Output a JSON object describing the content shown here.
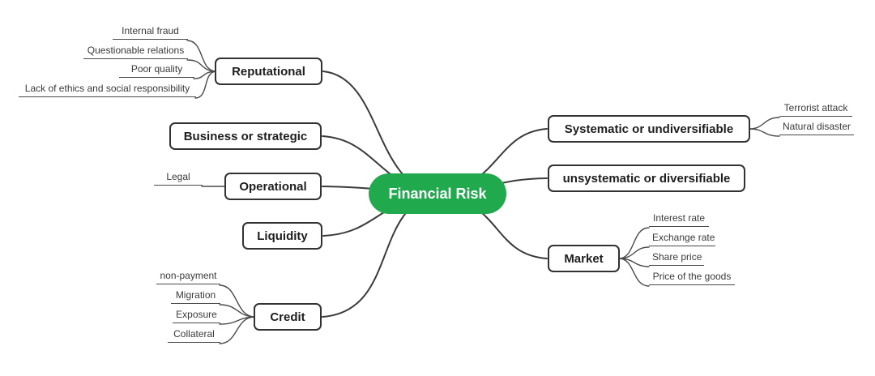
{
  "center": {
    "label": "Financial Risk",
    "color": "#21A94E"
  },
  "left_branches": [
    {
      "label": "Reputational",
      "leaves": [
        "Internal fraud",
        "Questionable relations",
        "Poor quality",
        "Lack of ethics and social responsibility"
      ]
    },
    {
      "label": "Business or strategic",
      "leaves": []
    },
    {
      "label": "Operational",
      "leaves": [
        "Legal"
      ]
    },
    {
      "label": "Liquidity",
      "leaves": []
    },
    {
      "label": "Credit",
      "leaves": [
        "non-payment",
        "Migration",
        "Exposure",
        "Collateral"
      ]
    }
  ],
  "right_branches": [
    {
      "label": "Systematic or undiversifiable",
      "leaves": [
        "Terrorist attack",
        "Natural disaster"
      ]
    },
    {
      "label": "unsystematic or diversifiable",
      "leaves": []
    },
    {
      "label": "Market",
      "leaves": [
        "Interest rate",
        "Exchange rate",
        "Share price",
        "Price of the goods"
      ]
    }
  ]
}
